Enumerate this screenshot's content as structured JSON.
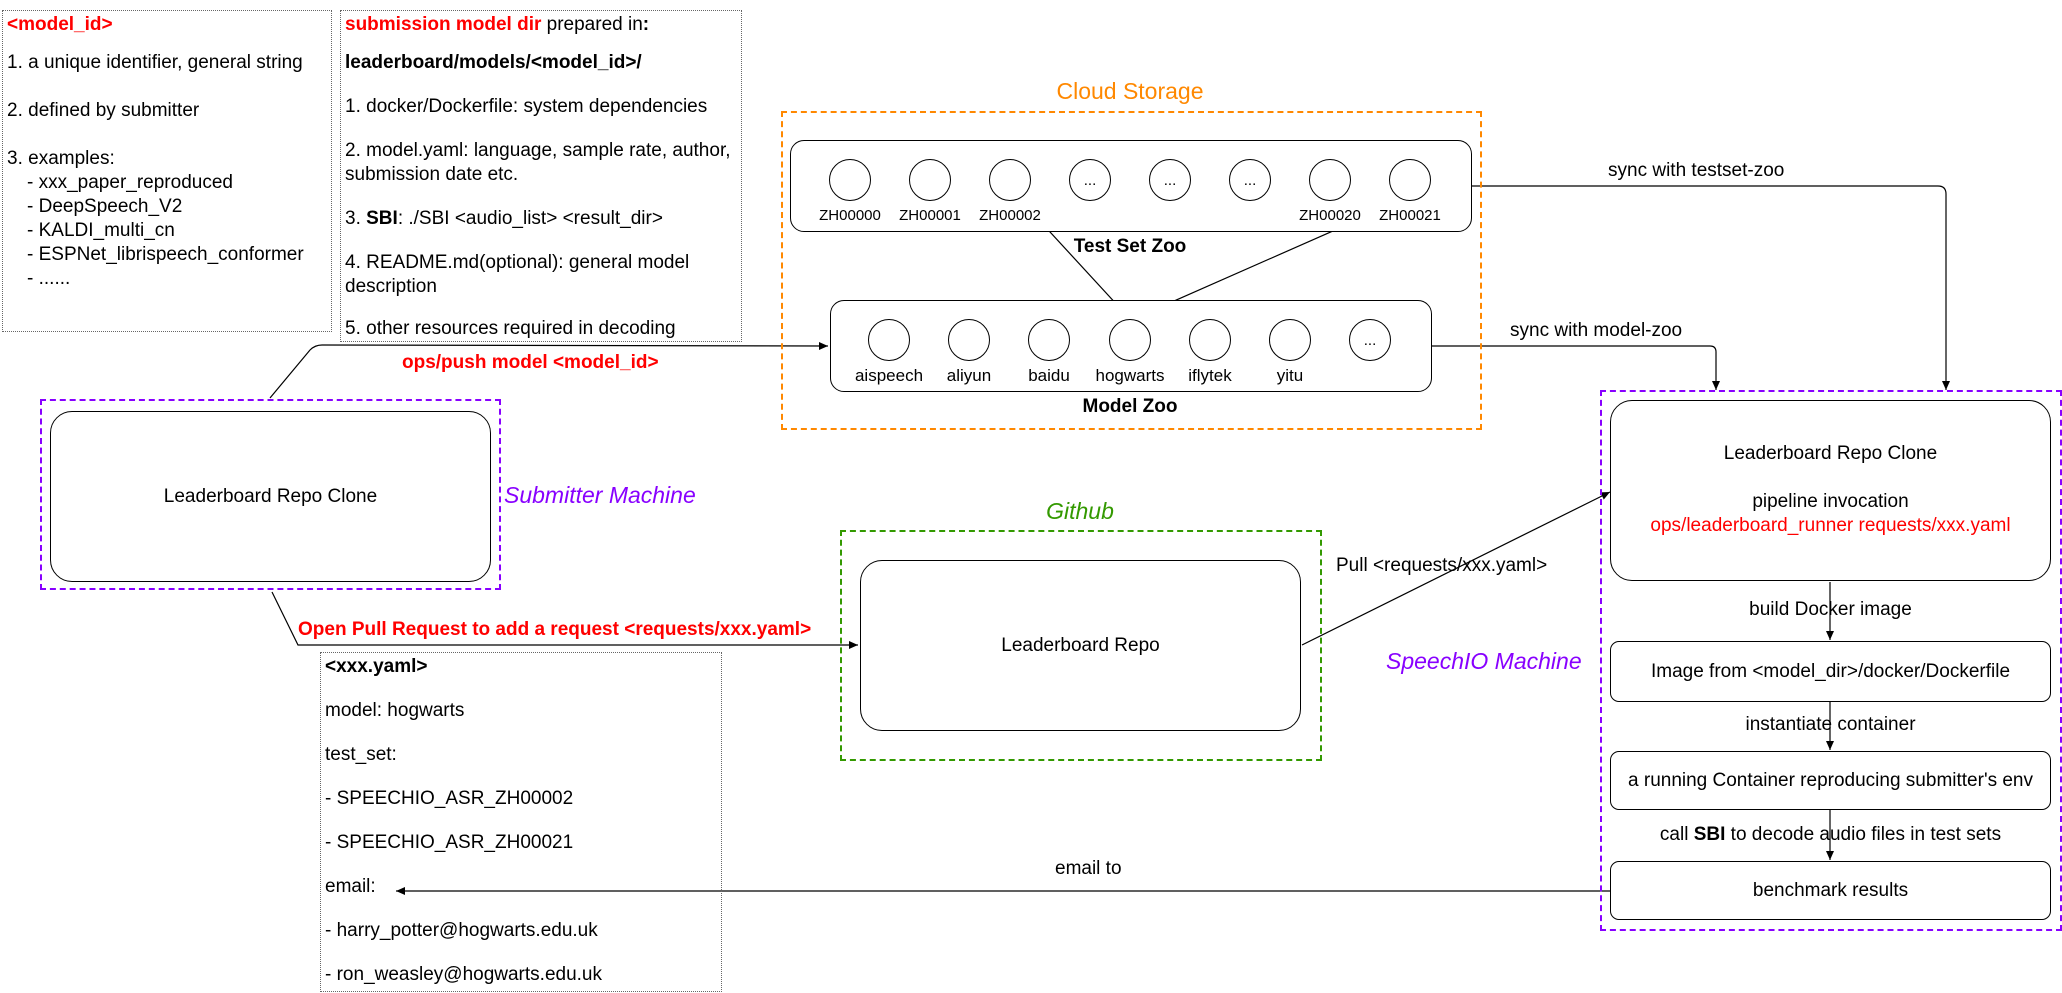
{
  "colors": {
    "cloud": "#ff8800",
    "github": "#339900",
    "machine": "#8800ff",
    "red": "#ff0000"
  },
  "model_id_note": {
    "title": "<model_id>",
    "lines": [
      "1. a unique identifier, general string",
      "2. defined by submitter",
      "3. examples:"
    ],
    "examples": [
      "- xxx_paper_reproduced",
      "- DeepSpeech_V2",
      "- KALDI_multi_cn",
      "- ESPNet_librispeech_conformer",
      "- ......"
    ]
  },
  "submission_note": {
    "title_red": "submission model dir",
    "title_rest": " prepared in",
    "title_colon": ":",
    "path": "leaderboard/models/<model_id>/",
    "item1": "1. docker/Dockerfile: system dependencies",
    "item2": "2. model.yaml: language, sample rate, author, submission date etc.",
    "item3_prefix": "3. ",
    "item3_bold": "SBI",
    "item3_rest": ":  ./SBI <audio_list> <result_dir>",
    "item4": "4. README.md(optional): general model description",
    "item5": "5. other resources required in decoding"
  },
  "cloud": {
    "title": "Cloud Storage",
    "test_set_zoo": {
      "label": "Test Set Zoo",
      "circle_texts": [
        "",
        "",
        "",
        "...",
        "...",
        "...",
        "",
        ""
      ],
      "labels": [
        "ZH00000",
        "ZH00001",
        "ZH00002",
        "",
        "",
        "",
        "ZH00020",
        "ZH00021"
      ]
    },
    "model_zoo": {
      "label": "Model Zoo",
      "circle_texts": [
        "",
        "",
        "",
        "",
        "",
        "",
        "..."
      ],
      "labels": [
        "aispeech",
        "aliyun",
        "baidu",
        "hogwarts",
        "iflytek",
        "yitu",
        ""
      ]
    }
  },
  "submitter": {
    "box_label": "Leaderboard Repo Clone",
    "machine_label": "Submitter Machine"
  },
  "github": {
    "title": "Github",
    "box_label": "Leaderboard Repo"
  },
  "speechio": {
    "machine_label": "SpeechIO Machine",
    "clone_title": "Leaderboard Repo Clone",
    "pipeline": "pipeline invocation",
    "runner": "ops/leaderboard_runner requests/xxx.yaml",
    "step1": "build Docker image",
    "image_box": "Image from <model_dir>/docker/Dockerfile",
    "step2": "instantiate container",
    "container_box": "a running Container reproducing submitter's env",
    "step3_prefix": "call ",
    "step3_bold": "SBI",
    "step3_rest": " to decode audio files in test sets",
    "results_box": "benchmark results"
  },
  "edges": {
    "push": "ops/push model <model_id>",
    "pull_request": "Open Pull Request to add a request <requests/xxx.yaml>",
    "pull": "Pull <requests/xxx.yaml>",
    "sync_testset": "sync with testset-zoo",
    "sync_model": "sync with model-zoo",
    "email_to": "email to"
  },
  "yaml_note": {
    "title": "<xxx.yaml>",
    "lines": [
      "model: hogwarts",
      "test_set:",
      "- SPEECHIO_ASR_ZH00002",
      "- SPEECHIO_ASR_ZH00021",
      "email:",
      "- harry_potter@hogwarts.edu.uk",
      "- ron_weasley@hogwarts.edu.uk"
    ]
  }
}
